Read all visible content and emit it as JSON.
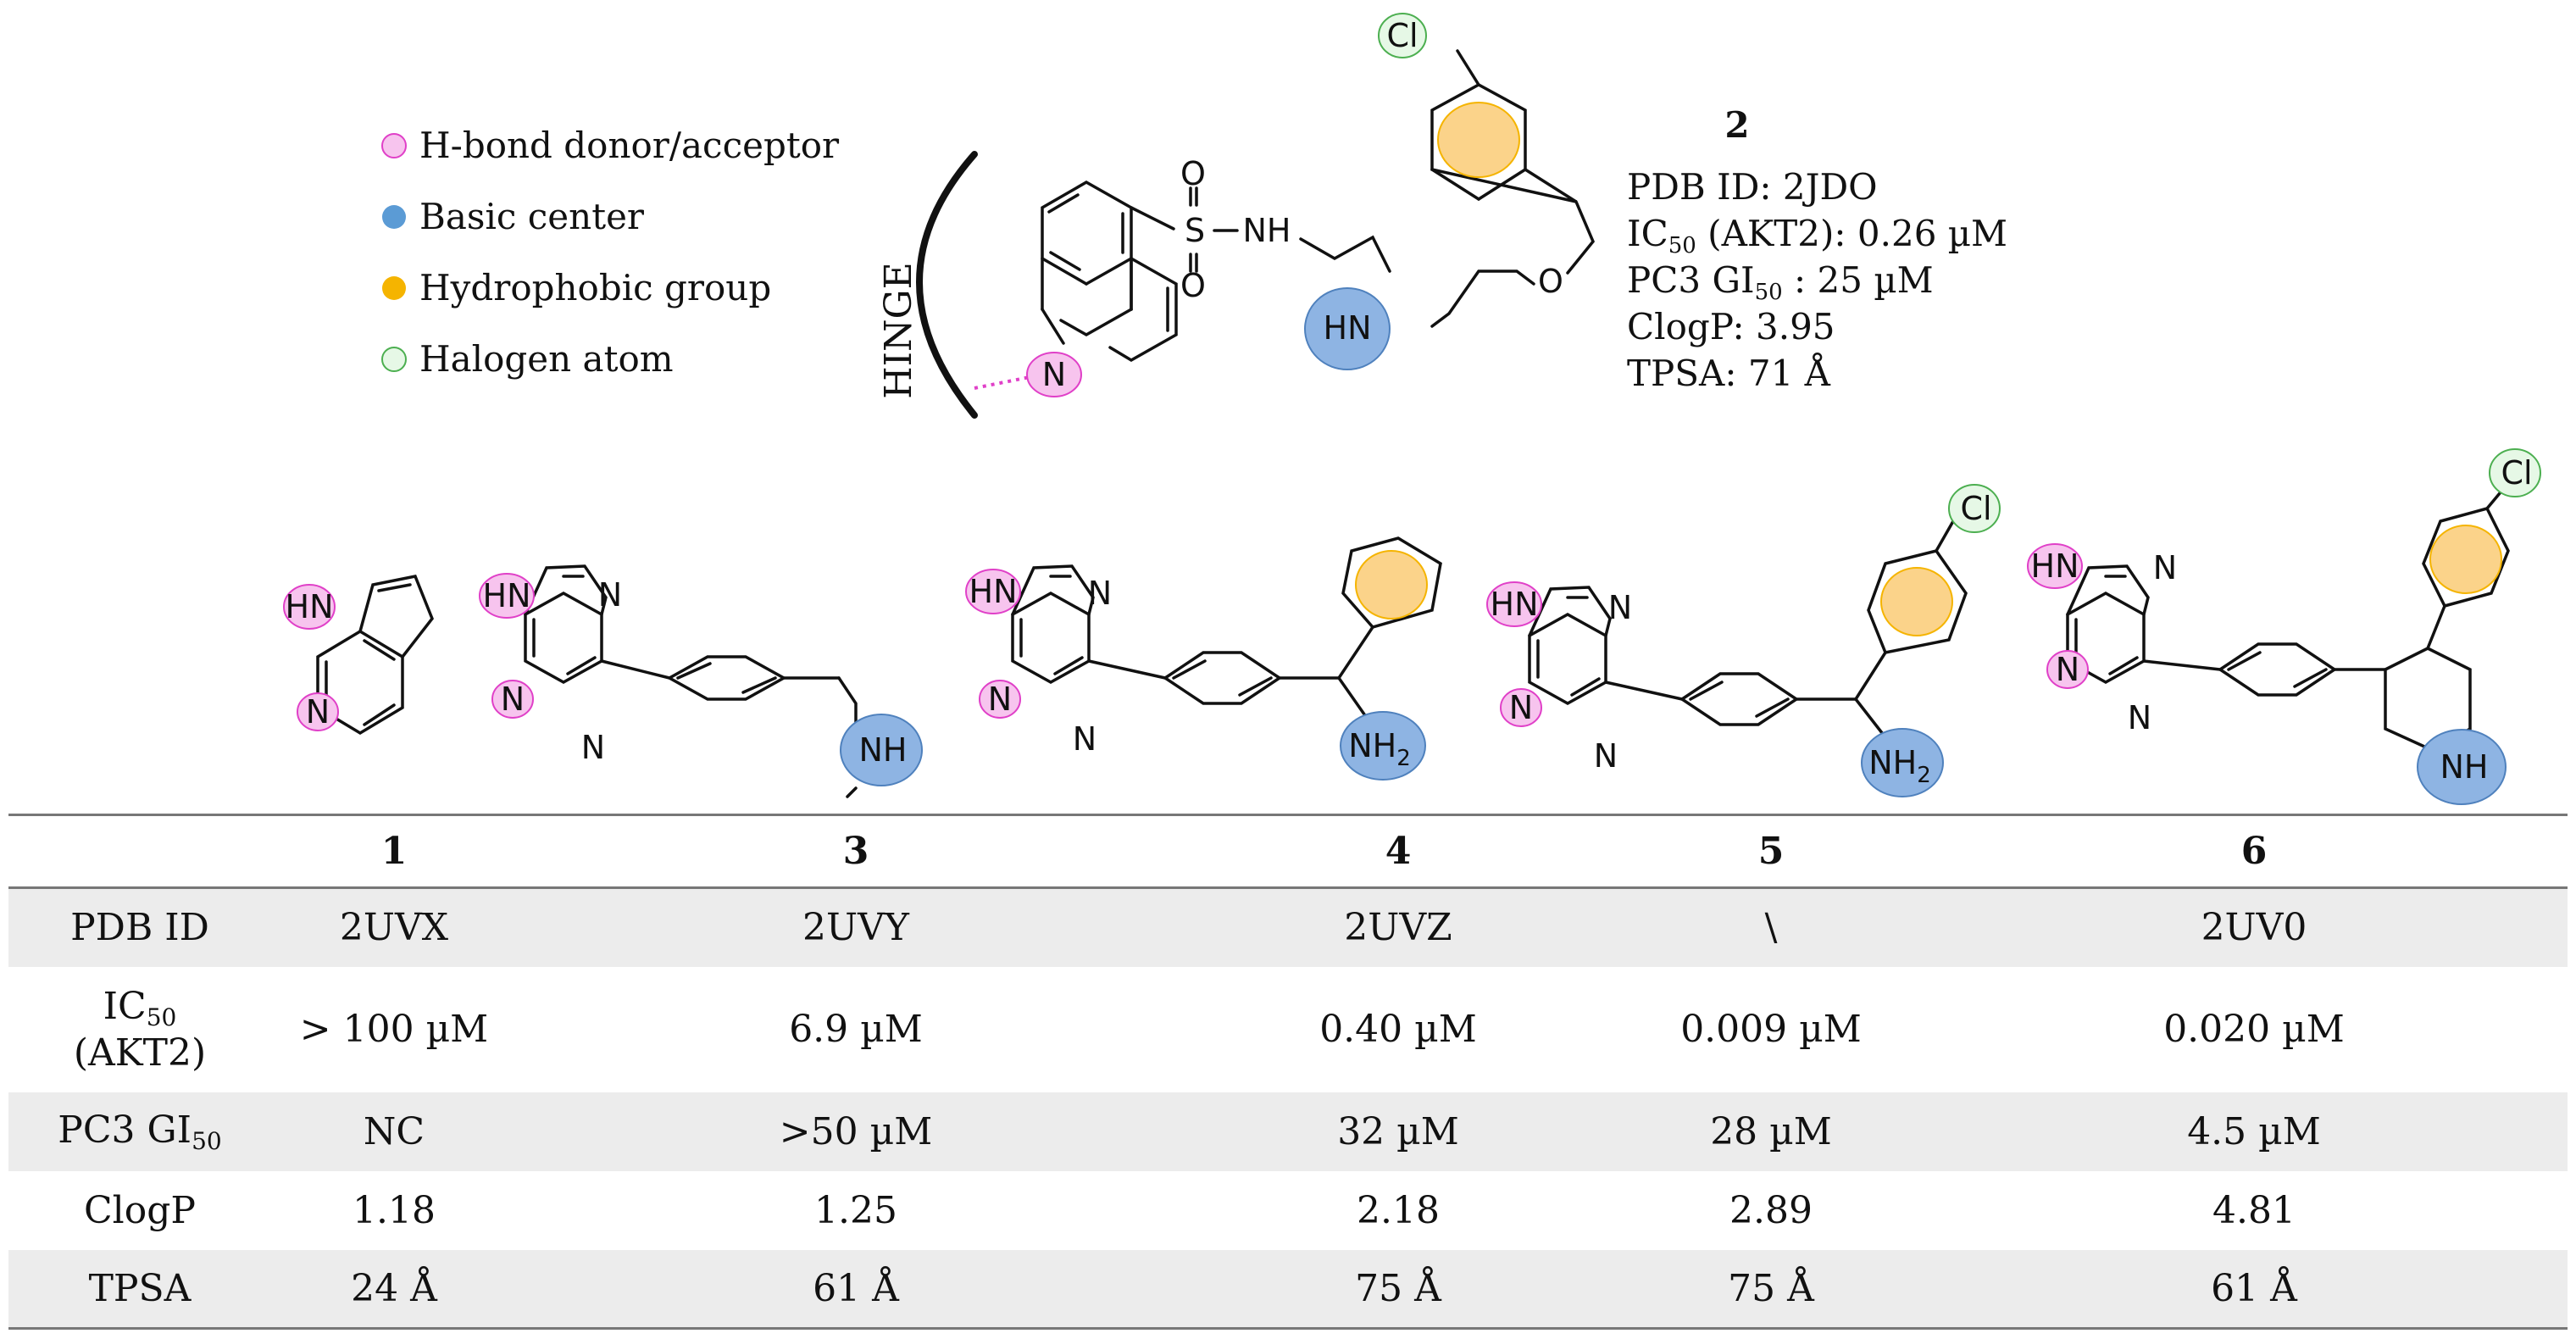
{
  "legend": [
    {
      "label": "H-bond donor/acceptor",
      "icon": "hbond-marker-icon",
      "color": "#f7c4ee"
    },
    {
      "label": "Basic center",
      "icon": "basic-center-marker-icon",
      "color": "#5b9bd5"
    },
    {
      "label": "Hydrophobic group",
      "icon": "hydrophobic-marker-icon",
      "color": "#f5b400"
    },
    {
      "label": "Halogen atom",
      "icon": "halogen-marker-icon",
      "color": "#cdeecd"
    }
  ],
  "hinge_label": "HINGE",
  "compound_2": {
    "number": "2",
    "pdb": "PDB ID: 2JDO",
    "ic50": {
      "pre": "IC",
      "sub": "50",
      "post": " (AKT2): 0.26 µM"
    },
    "gi50": {
      "pre": "PC3 GI",
      "sub": "50",
      "post": " : 25 µM"
    },
    "clogp": "ClogP: 3.95",
    "tpsa": "TPSA: 71 Å"
  },
  "atoms": {
    "cl": "Cl",
    "hn": "HN",
    "n": "N",
    "nh": "NH",
    "o": "O",
    "s": "S",
    "nh2": "NH",
    "nh2_sub": "2",
    "sulfonamide_nh": "NH",
    "sulfonyl_o": "O"
  },
  "colors": {
    "hbond": "#f7c4ee",
    "hbond_stroke": "#e040c8",
    "basic": "#8eb4e3",
    "basic_stroke": "#4f81bd",
    "hydrophobic": "#fbd38a",
    "hydrophobic_stroke": "#f5b400",
    "halogen": "#e6f8e6",
    "halogen_stroke": "#4caf50",
    "table_shade": "#ececec"
  },
  "table": {
    "compounds": [
      "1",
      "3",
      "4",
      "5",
      "6"
    ],
    "rows": [
      {
        "label": "PDB ID",
        "values": [
          "2UVX",
          "2UVY",
          "2UVZ",
          "\\",
          "2UV0"
        ]
      },
      {
        "label": "IC",
        "label_sub": "50",
        "label_line2": "(AKT2)",
        "values": [
          "> 100 µM",
          "6.9 µM",
          "0.40 µM",
          "0.009 µM",
          "0.020 µM"
        ]
      },
      {
        "label": "PC3 GI",
        "label_sub": "50",
        "values": [
          "NC",
          ">50 µM",
          "32 µM",
          "28 µM",
          "4.5 µM"
        ]
      },
      {
        "label": "ClogP",
        "values": [
          "1.18",
          "1.25",
          "2.18",
          "2.89",
          "4.81"
        ]
      },
      {
        "label": "TPSA",
        "values": [
          "24 Å",
          "61 Å",
          "75 Å",
          "75 Å",
          "61 Å"
        ]
      }
    ]
  }
}
